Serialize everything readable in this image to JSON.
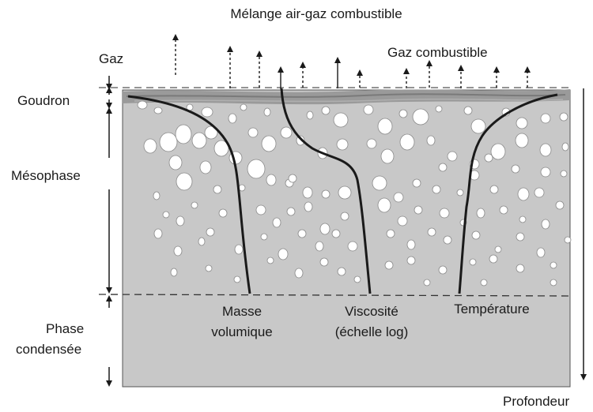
{
  "title": "Mélange air-gaz combustible",
  "left_labels": {
    "gaz": "Gaz",
    "goudron": "Goudron",
    "mesophase": "Mésophase",
    "phase_line1": "Phase",
    "phase_line2": "condensée"
  },
  "top_label": "Gaz combustible",
  "curve_labels": {
    "masse_line1": "Masse",
    "masse_line2": "volumique",
    "visco_line1": "Viscosité",
    "visco_line2": "(échelle log)",
    "temperature": "Température"
  },
  "depth_label": "Profondeur",
  "colors": {
    "block_fill": "#c8c8c8",
    "tar_band": "#9a9a9a",
    "bubble_fill": "#ffffff",
    "line": "#1a1a1a"
  },
  "icons": {
    "gas_arrow": "arrow-up-icon",
    "depth_arrow": "arrow-down-icon",
    "zone_marker": "double-arrow-vertical-icon"
  }
}
